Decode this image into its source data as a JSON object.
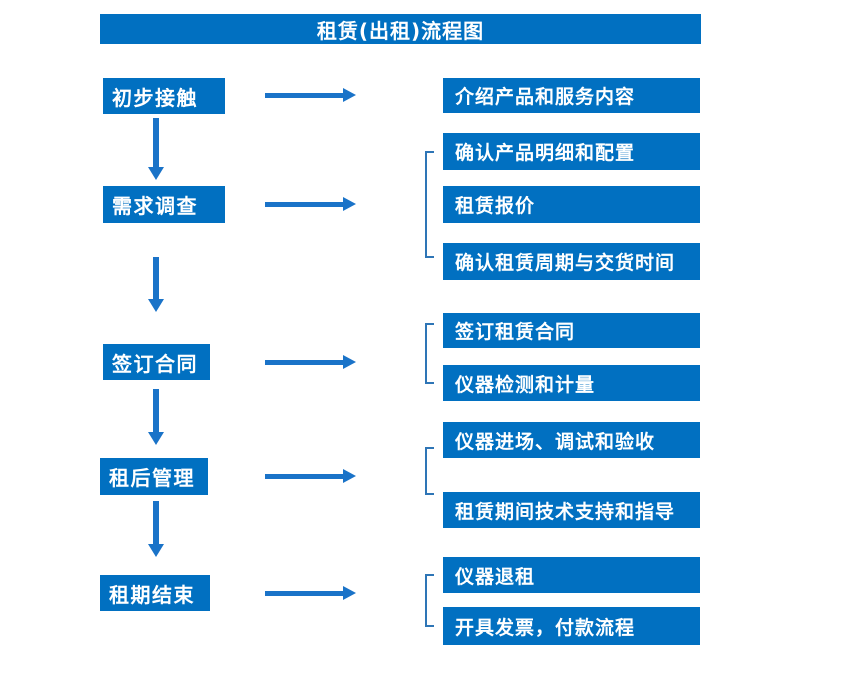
{
  "title": "租赁(出租)流程图",
  "sections": [
    {
      "step": "初步接触",
      "details": [
        "介绍产品和服务内容"
      ]
    },
    {
      "step": "需求调查",
      "details": [
        "确认产品明细和配置",
        "租赁报价",
        "确认租赁周期与交货时间"
      ]
    },
    {
      "step": "签订合同",
      "details": [
        "签订租赁合同",
        "仪器检测和计量"
      ]
    },
    {
      "step": "租后管理",
      "details": [
        "仪器进场、调试和验收",
        "租赁期间技术支持和指导"
      ]
    },
    {
      "step": "租期结束",
      "details": [
        "仪器退租",
        "开具发票，付款流程"
      ]
    }
  ],
  "colors": {
    "box_blue": "#0170c1",
    "arrow_blue": "#1a73c8",
    "bracket_blue": "#2e75b6",
    "text_white": "#ffffff",
    "background": "#ffffff"
  }
}
